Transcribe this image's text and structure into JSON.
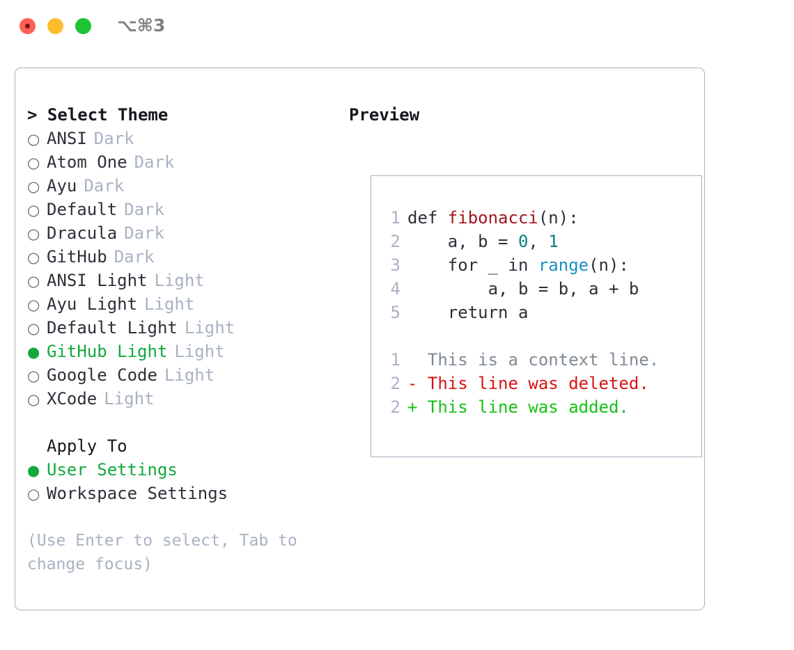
{
  "titlebar": {
    "shortcut": "⌥⌘3",
    "lights": [
      "close",
      "minimize",
      "maximize"
    ]
  },
  "theme_section": {
    "heading": "> Select Theme",
    "items": [
      {
        "marker": "○",
        "label": "ANSI",
        "suffix": "Dark",
        "selected": false
      },
      {
        "marker": "○",
        "label": "Atom One",
        "suffix": "Dark",
        "selected": false
      },
      {
        "marker": "○",
        "label": "Ayu",
        "suffix": "Dark",
        "selected": false
      },
      {
        "marker": "○",
        "label": "Default",
        "suffix": "Dark",
        "selected": false
      },
      {
        "marker": "○",
        "label": "Dracula",
        "suffix": "Dark",
        "selected": false
      },
      {
        "marker": "○",
        "label": "GitHub",
        "suffix": "Dark",
        "selected": false
      },
      {
        "marker": "○",
        "label": "ANSI Light",
        "suffix": "Light",
        "selected": false
      },
      {
        "marker": "○",
        "label": "Ayu Light",
        "suffix": "Light",
        "selected": false
      },
      {
        "marker": "○",
        "label": "Default Light",
        "suffix": "Light",
        "selected": false
      },
      {
        "marker": "●",
        "label": "GitHub Light",
        "suffix": "Light",
        "selected": true
      },
      {
        "marker": "○",
        "label": "Google Code",
        "suffix": "Light",
        "selected": false
      },
      {
        "marker": "○",
        "label": "XCode",
        "suffix": "Light",
        "selected": false
      }
    ]
  },
  "apply_section": {
    "heading": "Apply To",
    "items": [
      {
        "marker": "●",
        "label": "User Settings",
        "suffix": "",
        "selected": true
      },
      {
        "marker": "○",
        "label": "Workspace Settings",
        "suffix": "",
        "selected": false
      }
    ]
  },
  "hint": "(Use Enter to select, Tab to change focus)",
  "preview": {
    "heading": "Preview",
    "code_lines": [
      {
        "no": "1",
        "tokens": [
          {
            "text": "def ",
            "kind": "plain"
          },
          {
            "text": "fibonacci",
            "kind": "fn"
          },
          {
            "text": "(n):",
            "kind": "plain"
          }
        ]
      },
      {
        "no": "2",
        "tokens": [
          {
            "text": "    a, b = ",
            "kind": "plain"
          },
          {
            "text": "0",
            "kind": "num"
          },
          {
            "text": ", ",
            "kind": "plain"
          },
          {
            "text": "1",
            "kind": "num"
          }
        ]
      },
      {
        "no": "3",
        "tokens": [
          {
            "text": "    for _ in ",
            "kind": "plain"
          },
          {
            "text": "range",
            "kind": "builtin"
          },
          {
            "text": "(n):",
            "kind": "plain"
          }
        ]
      },
      {
        "no": "4",
        "tokens": [
          {
            "text": "        a, b = b, a + b",
            "kind": "plain"
          }
        ]
      },
      {
        "no": "5",
        "tokens": [
          {
            "text": "    return a",
            "kind": "plain"
          }
        ]
      },
      {
        "no": "",
        "tokens": [
          {
            "text": " ",
            "kind": "plain"
          }
        ]
      },
      {
        "no": "1",
        "tokens": [
          {
            "text": "  This is a context line.",
            "kind": "ctx"
          }
        ]
      },
      {
        "no": "2",
        "tokens": [
          {
            "text": "- This line was deleted.",
            "kind": "del"
          }
        ]
      },
      {
        "no": "2",
        "tokens": [
          {
            "text": "+ This line was added.",
            "kind": "add"
          }
        ]
      }
    ]
  },
  "colors": {
    "accent_green": "#12a83e",
    "muted": "#a9b2c2",
    "text": "#2c3038",
    "border": "#a9b2c2",
    "fn_red": "#a01722",
    "num_teal": "#0b7d7d",
    "builtin_blue": "#1b8ec0",
    "diff_delete": "#d81313",
    "diff_add": "#14c214",
    "light_close": "#ff6058",
    "light_min": "#ffbd2e",
    "light_max": "#1ec433"
  }
}
